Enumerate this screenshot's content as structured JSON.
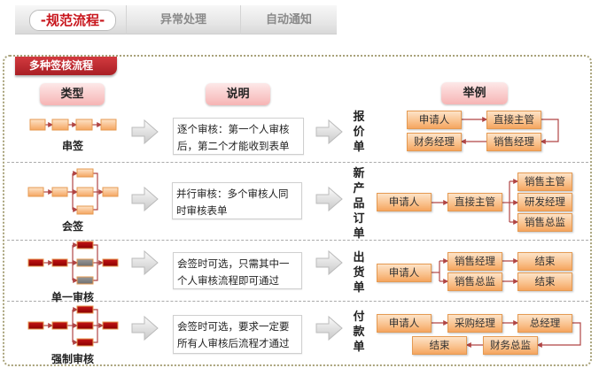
{
  "tabs": [
    "-规范流程-",
    "异常处理",
    "自动通知"
  ],
  "section_title": "多种签核流程",
  "headers": {
    "type": "类型",
    "desc": "说明",
    "example": "举例"
  },
  "rows": [
    {
      "type": "串签",
      "desc": "逐个审核：第一个人审核后，第二个才能收到表单",
      "doc": "报价单",
      "nodes": [
        "申请人",
        "直接主管",
        "财务经理",
        "销售经理"
      ]
    },
    {
      "type": "会签",
      "desc": "并行审核：多个审核人同时审核表单",
      "doc": "新产品订单",
      "nodes": [
        "申请人",
        "直接主管",
        "销售主管",
        "研发经理",
        "销售总监"
      ]
    },
    {
      "type": "单一审核",
      "desc": "会签时可选，只需其中一个人审核流程即可通过",
      "doc": "出货单",
      "nodes": [
        "申请人",
        "销售经理",
        "销售总监",
        "结束",
        "结束"
      ]
    },
    {
      "type": "强制审核",
      "desc": "会签时可选，要求一定要所有人审核后流程才通过",
      "doc": "付款单",
      "nodes": [
        "申请人",
        "采购经理",
        "总经理",
        "结束",
        "财务总监"
      ]
    }
  ],
  "colors": {
    "accent": "#c8161d",
    "node": "#f9c08b",
    "strict_node": "#a00000",
    "optional_node": "#7a7a7a"
  }
}
